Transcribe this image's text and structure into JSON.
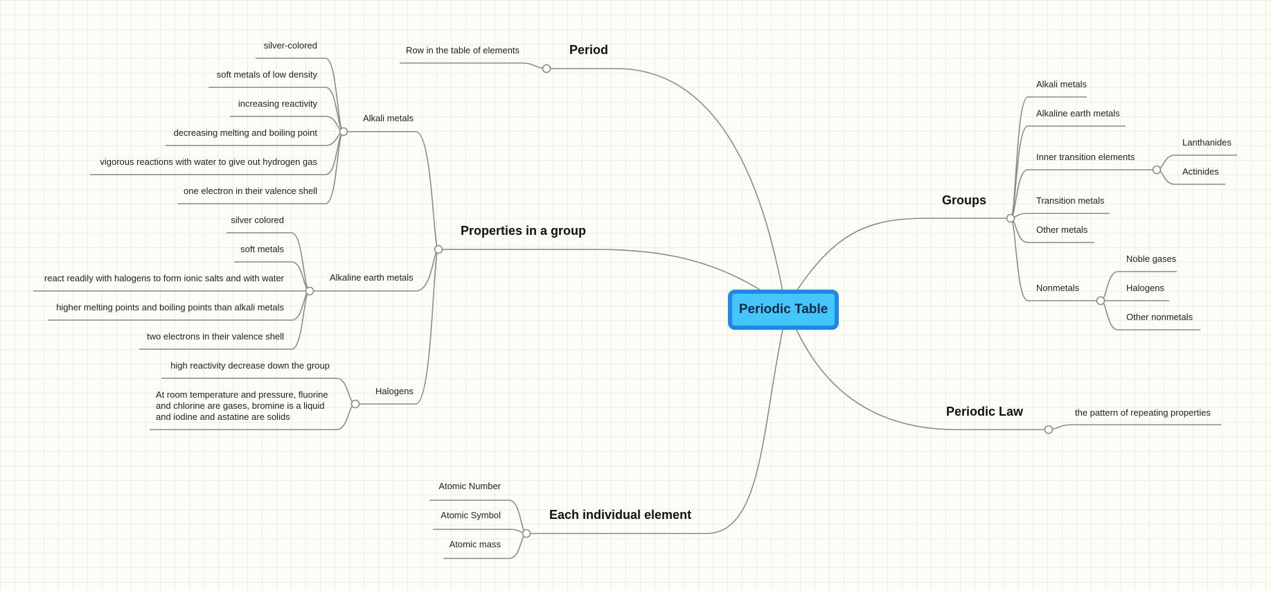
{
  "root": "Periodic Table",
  "topics": {
    "period": {
      "label": "Period",
      "children": [
        "Row in the table of elements"
      ]
    },
    "properties": {
      "label": "Properties in a group",
      "alkali": {
        "label": "Alkali metals",
        "children": [
          "silver-colored",
          "soft metals of low density",
          "increasing reactivity",
          "decreasing melting and boiling point",
          "vigorous reactions with water to give out hydrogen gas",
          "one electron in their valence shell"
        ]
      },
      "alkaline": {
        "label": "Alkaline earth metals",
        "children": [
          "silver colored",
          "soft metals",
          "react readily with halogens to form ionic salts and with water",
          "higher melting points and boiling points than alkali metals",
          "two electrons in their valence shell"
        ]
      },
      "halogens": {
        "label": "Halogens",
        "children": [
          "high reactivity decrease down the group",
          "At room temperature and pressure, fluorine and chlorine are gases, bromine is a liquid and iodine and astatine are solids"
        ]
      }
    },
    "element": {
      "label": "Each individual element",
      "children": [
        "Atomic Number",
        "Atomic Symbol",
        "Atomic mass"
      ]
    },
    "groups": {
      "label": "Groups",
      "children": [
        "Alkali metals",
        "Alkaline earth metals",
        "Inner transition elements",
        "Transition metals",
        "Other metals",
        "Nonmetals"
      ],
      "inner": [
        "Lanthanides",
        "Actinides"
      ],
      "nonmetals": [
        "Noble gases",
        "Halogens",
        "Other nonmetals"
      ]
    },
    "law": {
      "label": "Periodic Law",
      "children": [
        "the pattern of repeating properties"
      ]
    }
  },
  "colors": {
    "line": "#8a8a8a",
    "root_fill": "#45c6fb",
    "root_border": "#1e88e8",
    "grid": "#ecefe0",
    "background": "#fdfdf8"
  }
}
